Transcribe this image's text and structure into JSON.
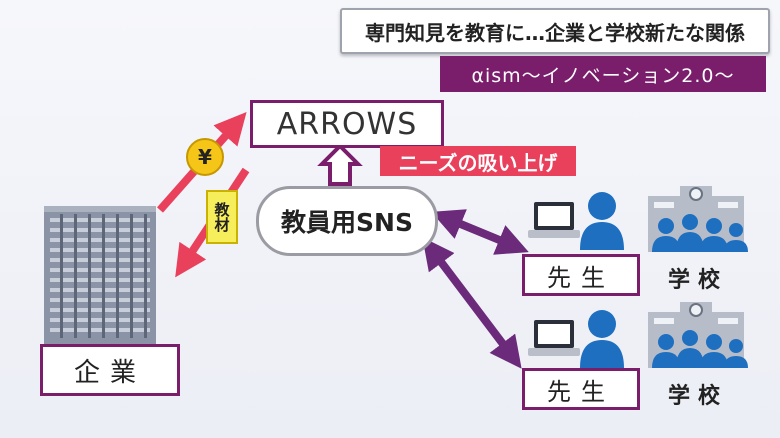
{
  "headline": "専門知見を教育に…企業と学校新たな関係",
  "subheadline": "αism〜イノベーション2.0〜",
  "arrows_label": "ARROWS",
  "needs_label": "ニーズの吸い上げ",
  "sns_label": "教員用SNS",
  "company_label": "企業",
  "teacher_label_1": "先生",
  "teacher_label_2": "先生",
  "school_label_1": "学校",
  "school_label_2": "学校",
  "yen_symbol": "¥",
  "material_label": "教材",
  "colors": {
    "purple": "#7a1e6c",
    "pink": "#e9405c",
    "blue": "#1e6fc0",
    "yen": "#f5c518"
  },
  "icons": [
    "building-icon",
    "laptop-icon",
    "person-icon",
    "school-building-icon",
    "students-icon"
  ]
}
